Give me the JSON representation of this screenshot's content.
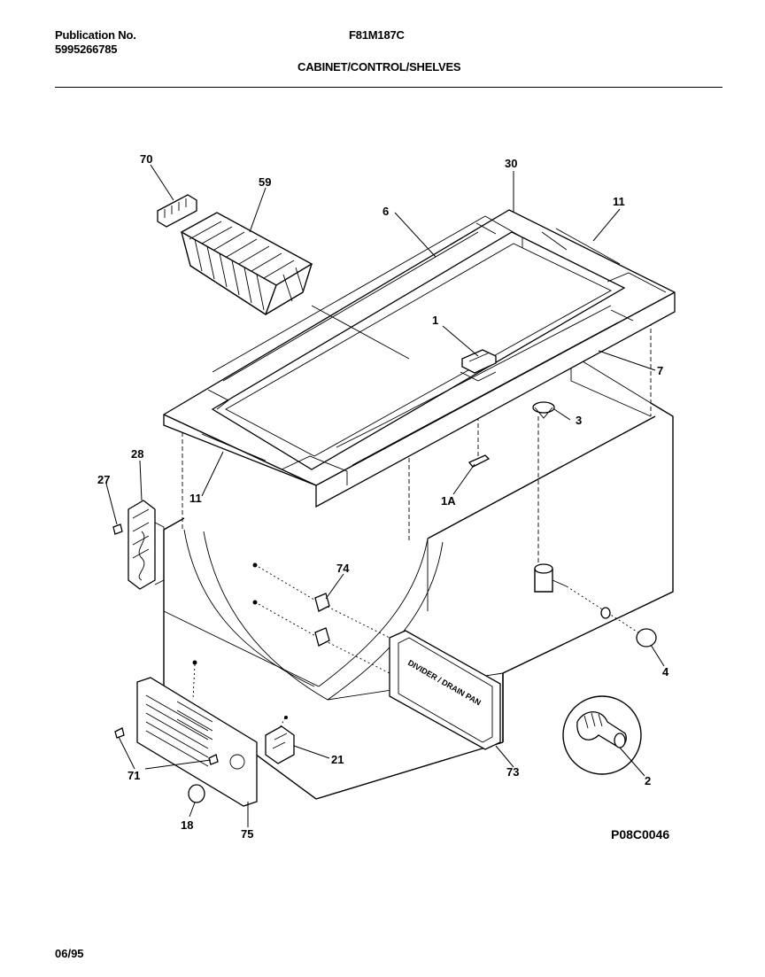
{
  "header": {
    "publication_label": "Publication No.",
    "publication_number": "5995266785",
    "model": "F81M187C",
    "section_title": "CABINET/CONTROL/SHELVES"
  },
  "diagram_code": "P08C0046",
  "footer_date": "06/95",
  "parts": {
    "p70": "70",
    "p59": "59",
    "p30": "30",
    "p6": "6",
    "p11a": "11",
    "p11b": "11",
    "p1": "1",
    "p7": "7",
    "p3": "3",
    "p28": "28",
    "p27": "27",
    "p1a": "1A",
    "p74": "74",
    "p4": "4",
    "p2": "2",
    "p21": "21",
    "p73": "73",
    "p71": "71",
    "p18": "18",
    "p75": "75"
  },
  "divider_label": "DIVIDER / DRAIN PAN"
}
